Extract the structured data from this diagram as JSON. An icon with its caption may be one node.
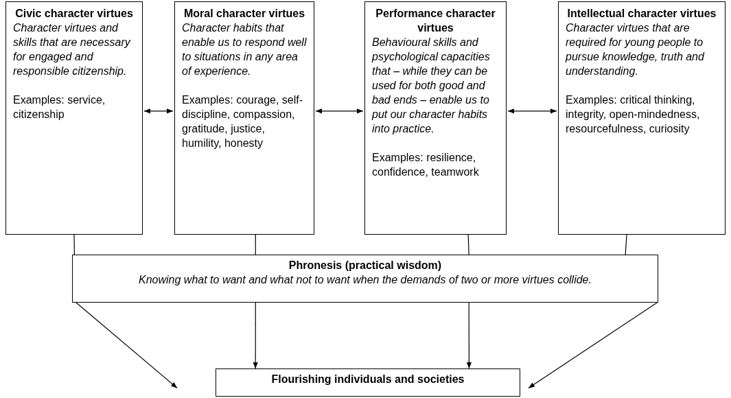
{
  "diagram": {
    "nodes": [
      {
        "text": [
          "Civic character virtues",
          "Character virtues and skills that are necessary for engaged and responsible citizenship.",
          "Examples: service, citizenship"
        ]
      },
      {
        "text": [
          "Moral character virtues",
          "Character habits that enable us to respond well to situations in any area of experience.",
          "Examples: courage, self-discipline, compassion, gratitude, justice, humility, honesty"
        ]
      },
      {
        "text": [
          "Performance character virtues",
          "Behavioural skills and psychological capacities that – while they can be used for both good and bad ends – enable us to put our character habits into practice.",
          "Examples: resilience, confidence, teamwork"
        ]
      },
      {
        "text": [
          "Intellectual character virtues",
          "Character virtues that are required for young people to pursue knowledge, truth and understanding.",
          "Examples: critical thinking, integrity, open-mindedness, resourcefulness, curiosity"
        ]
      },
      {
        "text": [
          "Phronesis (practical wisdom)",
          "Knowing what to want and what not to want when the demands of two or more virtues collide."
        ]
      },
      {
        "text": [
          "Flourishing individuals and societies"
        ]
      }
    ],
    "edges": [
      {
        "from": 0,
        "to": 1,
        "arrow": "both"
      },
      {
        "from": 1,
        "to": 2,
        "arrow": "both"
      },
      {
        "from": 2,
        "to": 3,
        "arrow": "both"
      },
      {
        "from": 0,
        "to": 4,
        "arrow": "none"
      },
      {
        "from": 1,
        "to": 4,
        "arrow": "none"
      },
      {
        "from": 2,
        "to": 4,
        "arrow": "none"
      },
      {
        "from": 3,
        "to": 4,
        "arrow": "none"
      },
      {
        "from": 4,
        "to": 5,
        "arrow": "to"
      },
      {
        "from": 4,
        "to": 5,
        "arrow": "to"
      },
      {
        "from": 4,
        "to": 5,
        "arrow": "to"
      },
      {
        "from": 4,
        "to": 5,
        "arrow": "to"
      }
    ]
  }
}
